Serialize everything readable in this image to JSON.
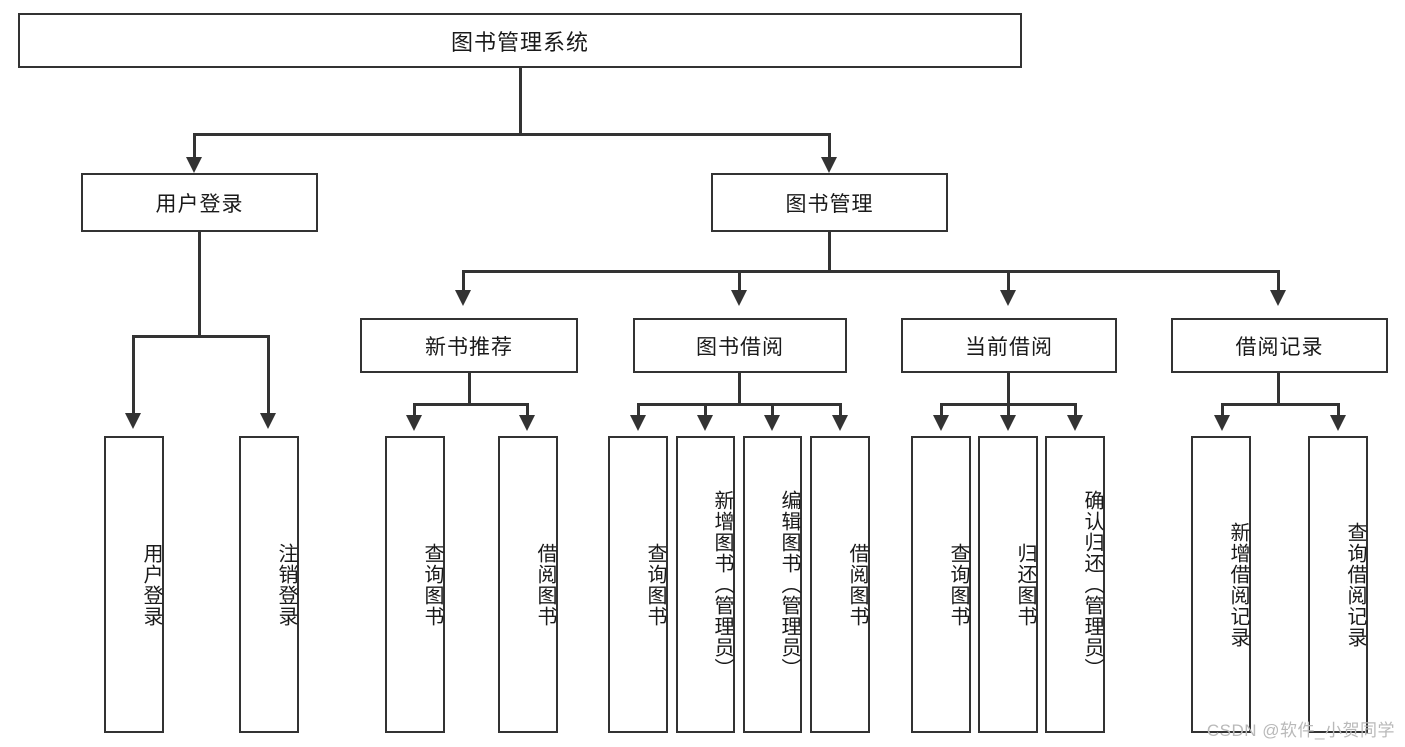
{
  "diagram": {
    "title": "图书管理系统",
    "type": "tree-hierarchy-diagram",
    "root": {
      "label": "图书管理系统"
    },
    "level2": [
      {
        "label": "用户登录"
      },
      {
        "label": "图书管理"
      }
    ],
    "level3": [
      {
        "label": "新书推荐"
      },
      {
        "label": "图书借阅"
      },
      {
        "label": "当前借阅"
      },
      {
        "label": "借阅记录"
      }
    ],
    "leaves_user_login": [
      {
        "label": "用户登录"
      },
      {
        "label": "注销登录"
      }
    ],
    "leaves_new_books": [
      {
        "label": "查询图书"
      },
      {
        "label": "借阅图书"
      }
    ],
    "leaves_borrow": [
      {
        "label": "查询图书"
      },
      {
        "label": "新增图书（管理员）"
      },
      {
        "label": "编辑图书（管理员）"
      },
      {
        "label": "借阅图书"
      }
    ],
    "leaves_current": [
      {
        "label": "查询图书"
      },
      {
        "label": "归还图书"
      },
      {
        "label": "确认归还（管理员）"
      }
    ],
    "leaves_records": [
      {
        "label": "新增借阅记录"
      },
      {
        "label": "查询借阅记录"
      }
    ]
  },
  "watermark": {
    "text": "CSDN @软件_小贺同学"
  },
  "colors": {
    "stroke": "#333333",
    "background": "#ffffff",
    "text": "#1a1a1a",
    "watermark": "#b9b9b9"
  }
}
